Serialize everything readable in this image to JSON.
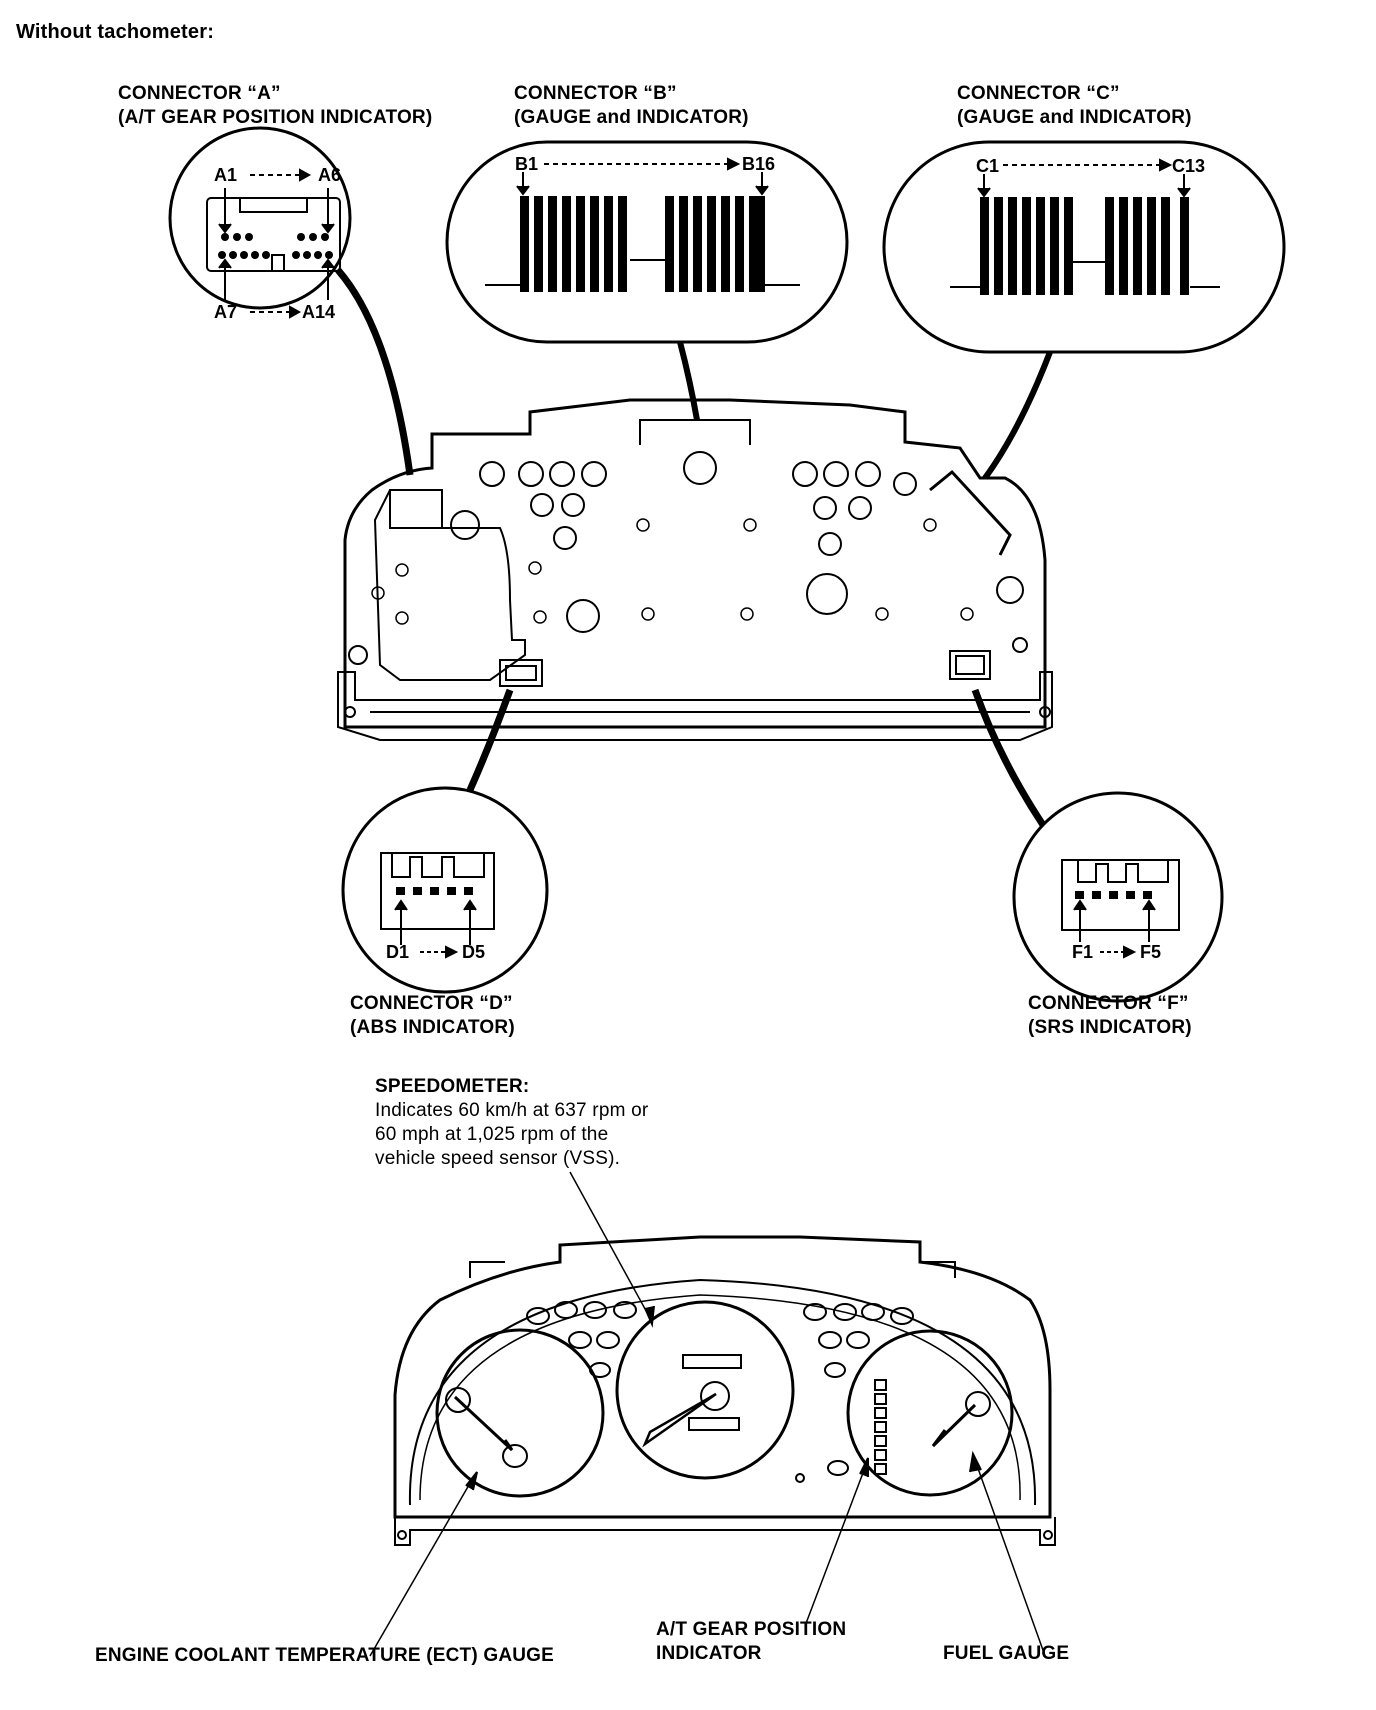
{
  "heading": "Without tachometer:",
  "connectors": {
    "a": {
      "title": "CONNECTOR “A”",
      "subtitle": "(A/T GEAR POSITION INDICATOR)",
      "pin_top_left": "A1",
      "pin_top_right": "A6",
      "pin_bottom_left": "A7",
      "pin_bottom_right": "A14"
    },
    "b": {
      "title": "CONNECTOR “B”",
      "subtitle": "(GAUGE and INDICATOR)",
      "pin_first": "B1",
      "pin_last": "B16"
    },
    "c": {
      "title": "CONNECTOR “C”",
      "subtitle": "(GAUGE and INDICATOR)",
      "pin_first": "C1",
      "pin_last": "C13"
    },
    "d": {
      "title": "CONNECTOR “D”",
      "subtitle": "(ABS INDICATOR)",
      "pin_first": "D1",
      "pin_last": "D5"
    },
    "f": {
      "title": "CONNECTOR “F”",
      "subtitle": "(SRS INDICATOR)",
      "pin_first": "F1",
      "pin_last": "F5"
    }
  },
  "speedometer": {
    "title": "SPEEDOMETER:",
    "line1": "Indicates 60 km/h at 637 rpm or",
    "line2": "60 mph at 1,025 rpm of the",
    "line3": "vehicle speed sensor (VSS)."
  },
  "callouts": {
    "ect_gauge": "ENGINE COOLANT TEMPERATURE (ECT) GAUGE",
    "at_gear_line1": "A/T GEAR POSITION",
    "at_gear_line2": "INDICATOR",
    "fuel_gauge": "FUEL GAUGE"
  }
}
